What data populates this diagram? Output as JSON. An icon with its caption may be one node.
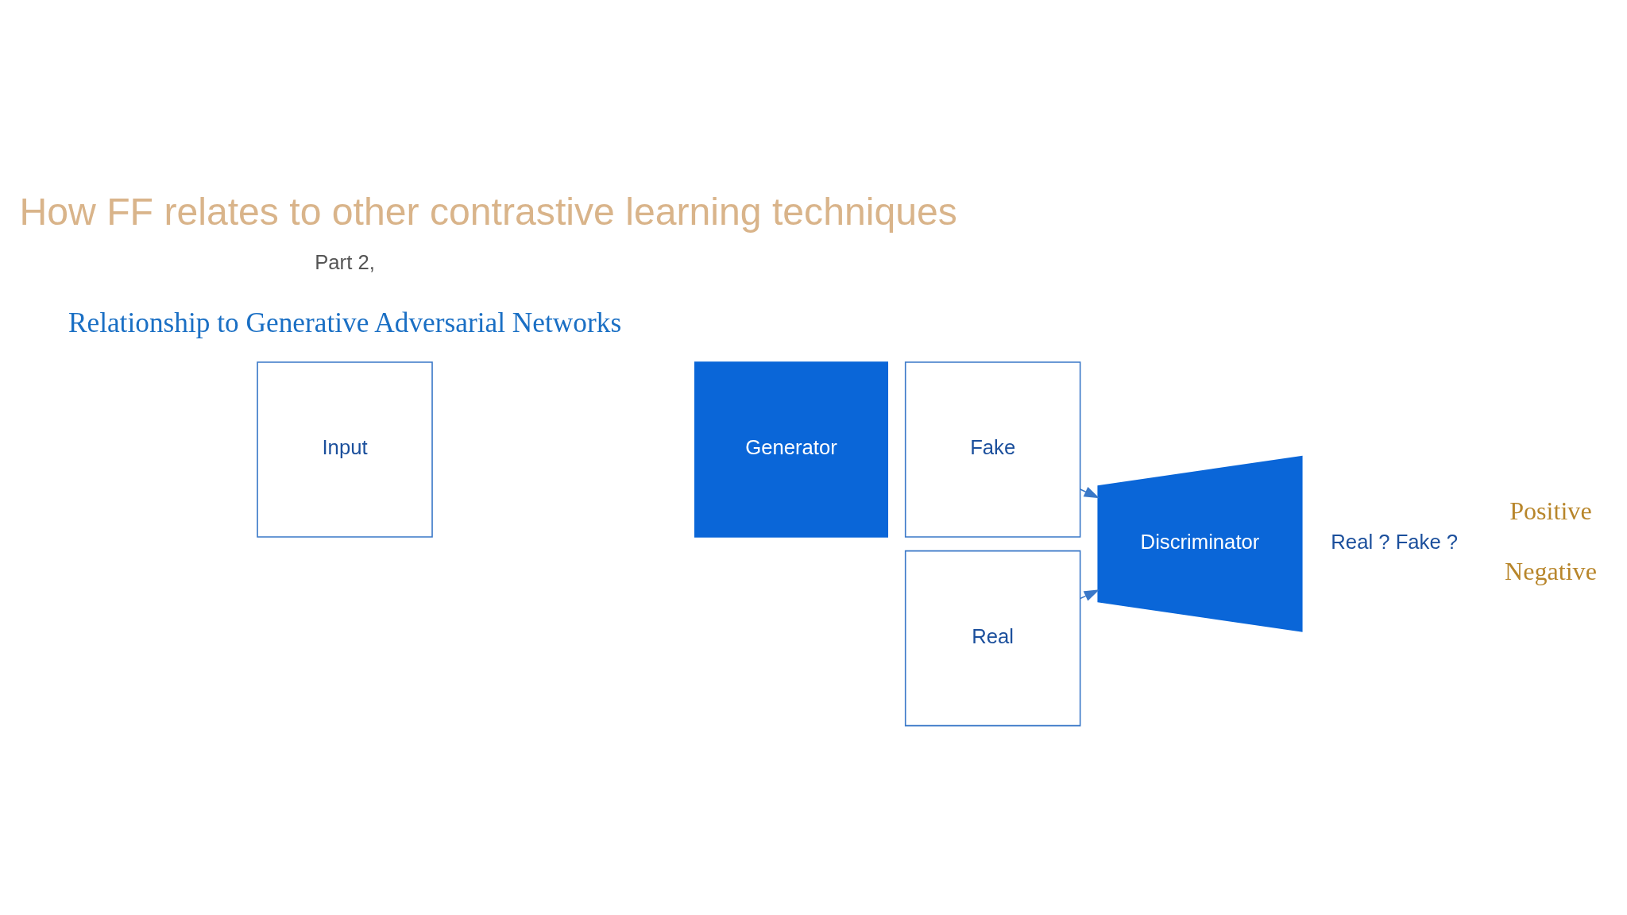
{
  "diagram": {
    "title": "How FF relates to other contrastive learning techniques",
    "nodes": [
      {
        "text": [
          "Input"
        ]
      },
      {
        "text": [
          "Generator"
        ]
      },
      {
        "text": [
          "Real"
        ]
      },
      {
        "text": [
          "Fake"
        ]
      },
      {
        "text": [
          "Discriminator"
        ],
        "beside": [
          "Real ? Fake ?"
        ]
      }
    ],
    "edges": [
      {
        "from": 2,
        "to": 4,
        "arrow": "to"
      },
      {
        "from": 3,
        "to": 4,
        "arrow": "to"
      }
    ],
    "labels": [
      "Part 2,",
      "Relationship to Generative Adversarial Networks",
      "Positive",
      "Negative"
    ]
  }
}
